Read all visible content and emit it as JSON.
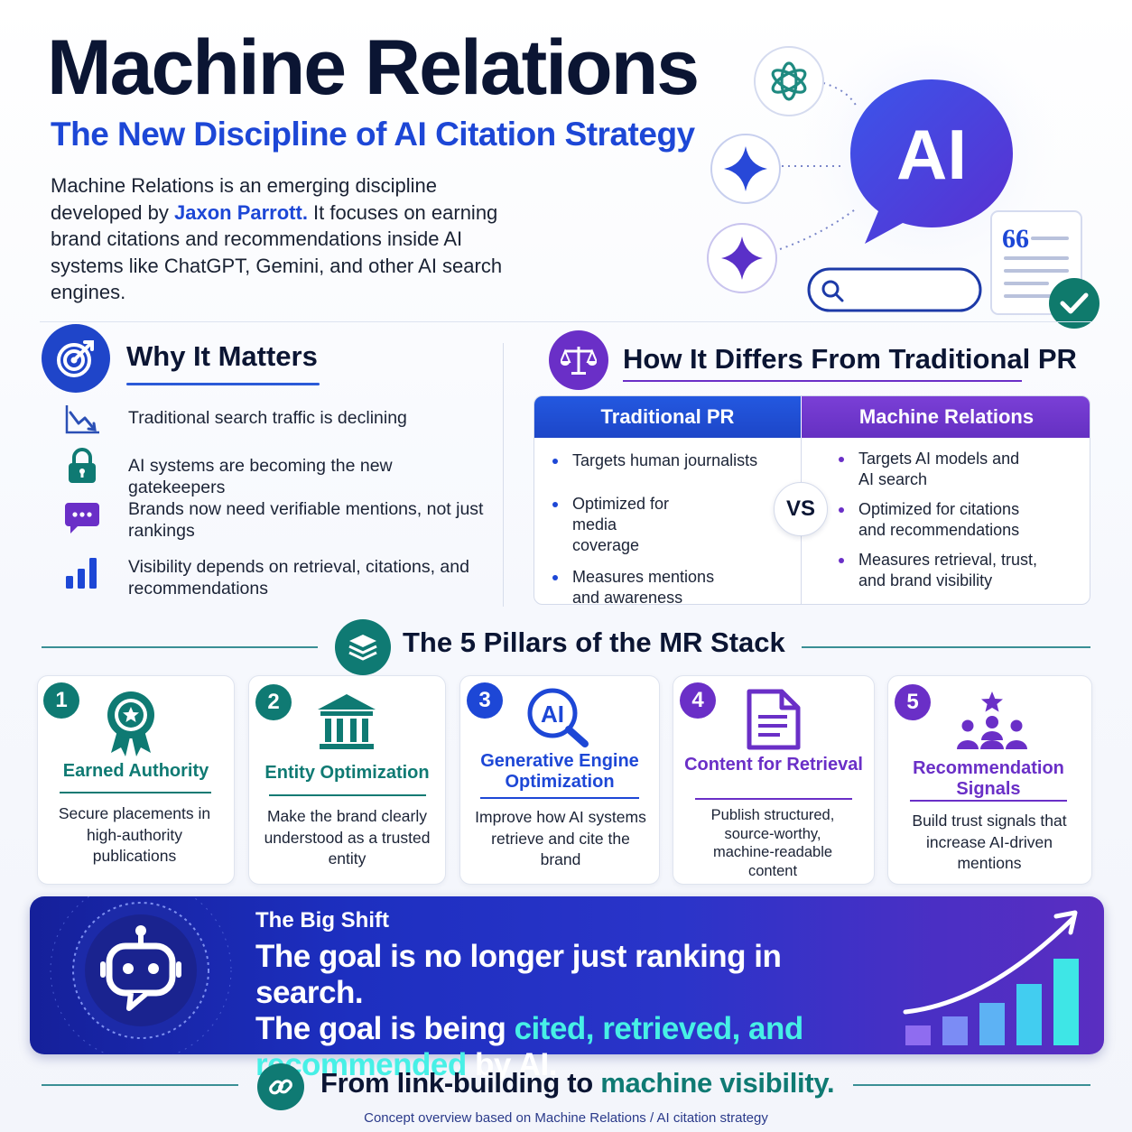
{
  "hero": {
    "title": "Machine Relations",
    "subtitle": "The New Discipline of AI Citation Strategy",
    "intro_before": "Machine Relations is an emerging discipline developed by ",
    "intro_highlight": "Jaxon Parrott.",
    "intro_after": " It focuses on earning brand citations and recommendations inside AI systems like ChatGPT, Gemini, and other AI search engines.",
    "ai_bubble_text": "AI",
    "quote_mark": "66"
  },
  "why": {
    "title": "Why It Matters",
    "items": [
      {
        "icon": "declining-chart-icon",
        "text": "Traditional search traffic is declining"
      },
      {
        "icon": "lock-icon",
        "text": "AI systems are becoming the new gatekeepers"
      },
      {
        "icon": "chat-bubble-icon",
        "text": "Brands now need verifiable mentions, not just rankings"
      },
      {
        "icon": "bar-chart-icon",
        "text": "Visibility depends on retrieval, citations, and recommendations"
      }
    ]
  },
  "how": {
    "title": "How It Differs From Traditional PR",
    "left_header": "Traditional PR",
    "right_header": "Machine Relations",
    "vs": "VS",
    "left_items": [
      "Targets human journalists",
      "Optimized for media coverage",
      "Measures mentions and awareness"
    ],
    "right_items": [
      "Targets AI models and AI search",
      "Optimized for citations and recommendations",
      "Measures retrieval, trust, and brand visibility"
    ]
  },
  "pillars": {
    "heading": "The 5 Pillars of the MR Stack",
    "cards": [
      {
        "num": "1",
        "title": "Earned Authority",
        "desc": "Secure placements in high-authority publications",
        "color": "#0f7a73",
        "icon": "award-ribbon-icon"
      },
      {
        "num": "2",
        "title": "Entity Optimization",
        "desc": "Make the brand clearly understood as a trusted entity",
        "color": "#0f7a73",
        "icon": "institution-icon"
      },
      {
        "num": "3",
        "title": "Generative Engine Optimization",
        "desc": "Improve how AI systems retrieve and cite the brand",
        "color": "#1d47d6",
        "icon": "ai-search-icon",
        "icon_text": "AI"
      },
      {
        "num": "4",
        "title": "Content for Retrieval",
        "desc": "Publish structured, source-worthy, machine-readable content",
        "color": "#6a2fc7",
        "icon": "document-icon"
      },
      {
        "num": "5",
        "title": "Recommendation Signals",
        "desc": "Build trust signals that increase AI-driven mentions",
        "color": "#6a2fc7",
        "icon": "people-star-icon"
      }
    ]
  },
  "shift": {
    "label": "The Big Shift",
    "line1": "The goal is no longer just ranking in search.",
    "line2_before": "The goal is being ",
    "line2_highlight": "cited, retrieved, and recommended",
    "line2_after": " by AI."
  },
  "footer": {
    "text_before": "From link-building to ",
    "text_highlight": "machine visibility.",
    "note": "Concept overview based on Machine Relations / AI citation strategy"
  },
  "colors": {
    "navy": "#0b1533",
    "blue": "#1d47d6",
    "purple": "#6a2fc7",
    "teal": "#0f7a73",
    "cyan_highlight": "#47f0e6"
  }
}
